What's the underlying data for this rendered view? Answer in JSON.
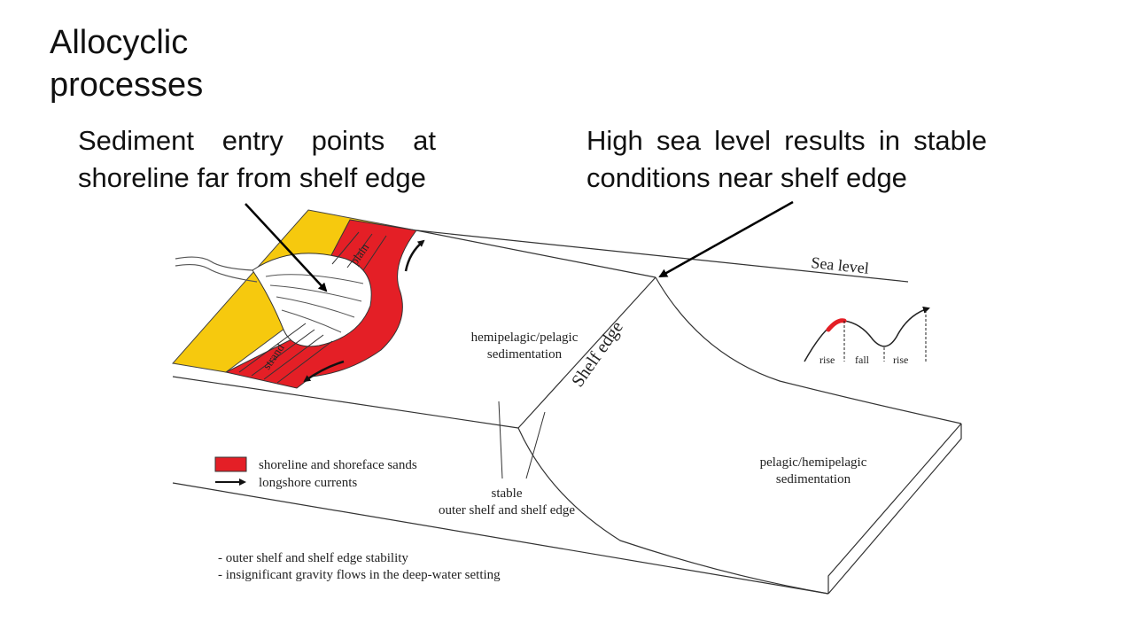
{
  "slide": {
    "title_line1": "Allocyclic",
    "title_line2": "processes"
  },
  "callouts": {
    "left": "Sediment entry points at shoreline far from shelf edge",
    "right": "High sea level results in stable conditions near shelf edge"
  },
  "diagram": {
    "sea_level": "Sea level",
    "shelf_edge": "Shelf edge",
    "plain": "plain",
    "strand": "strand",
    "hemipelagic_line1": "hemipelagic/pelagic",
    "hemipelagic_line2": "sedimentation",
    "pelagic_line1": "pelagic/hemipelagic",
    "pelagic_line2": "sedimentation",
    "stable_line1": "stable",
    "stable_line2": "outer shelf and shelf edge",
    "curve_rise1": "rise",
    "curve_fall": "fall",
    "curve_rise2": "rise"
  },
  "legend": {
    "sands": "shoreline and shoreface sands",
    "currents": "longshore currents"
  },
  "notes": {
    "note1": "- outer shelf and shelf edge stability",
    "note2": "- insignificant gravity flows in the deep-water setting"
  },
  "colors": {
    "sand_red": "#e41f26",
    "coastal_yellow": "#f6c90e",
    "line": "#333333"
  }
}
